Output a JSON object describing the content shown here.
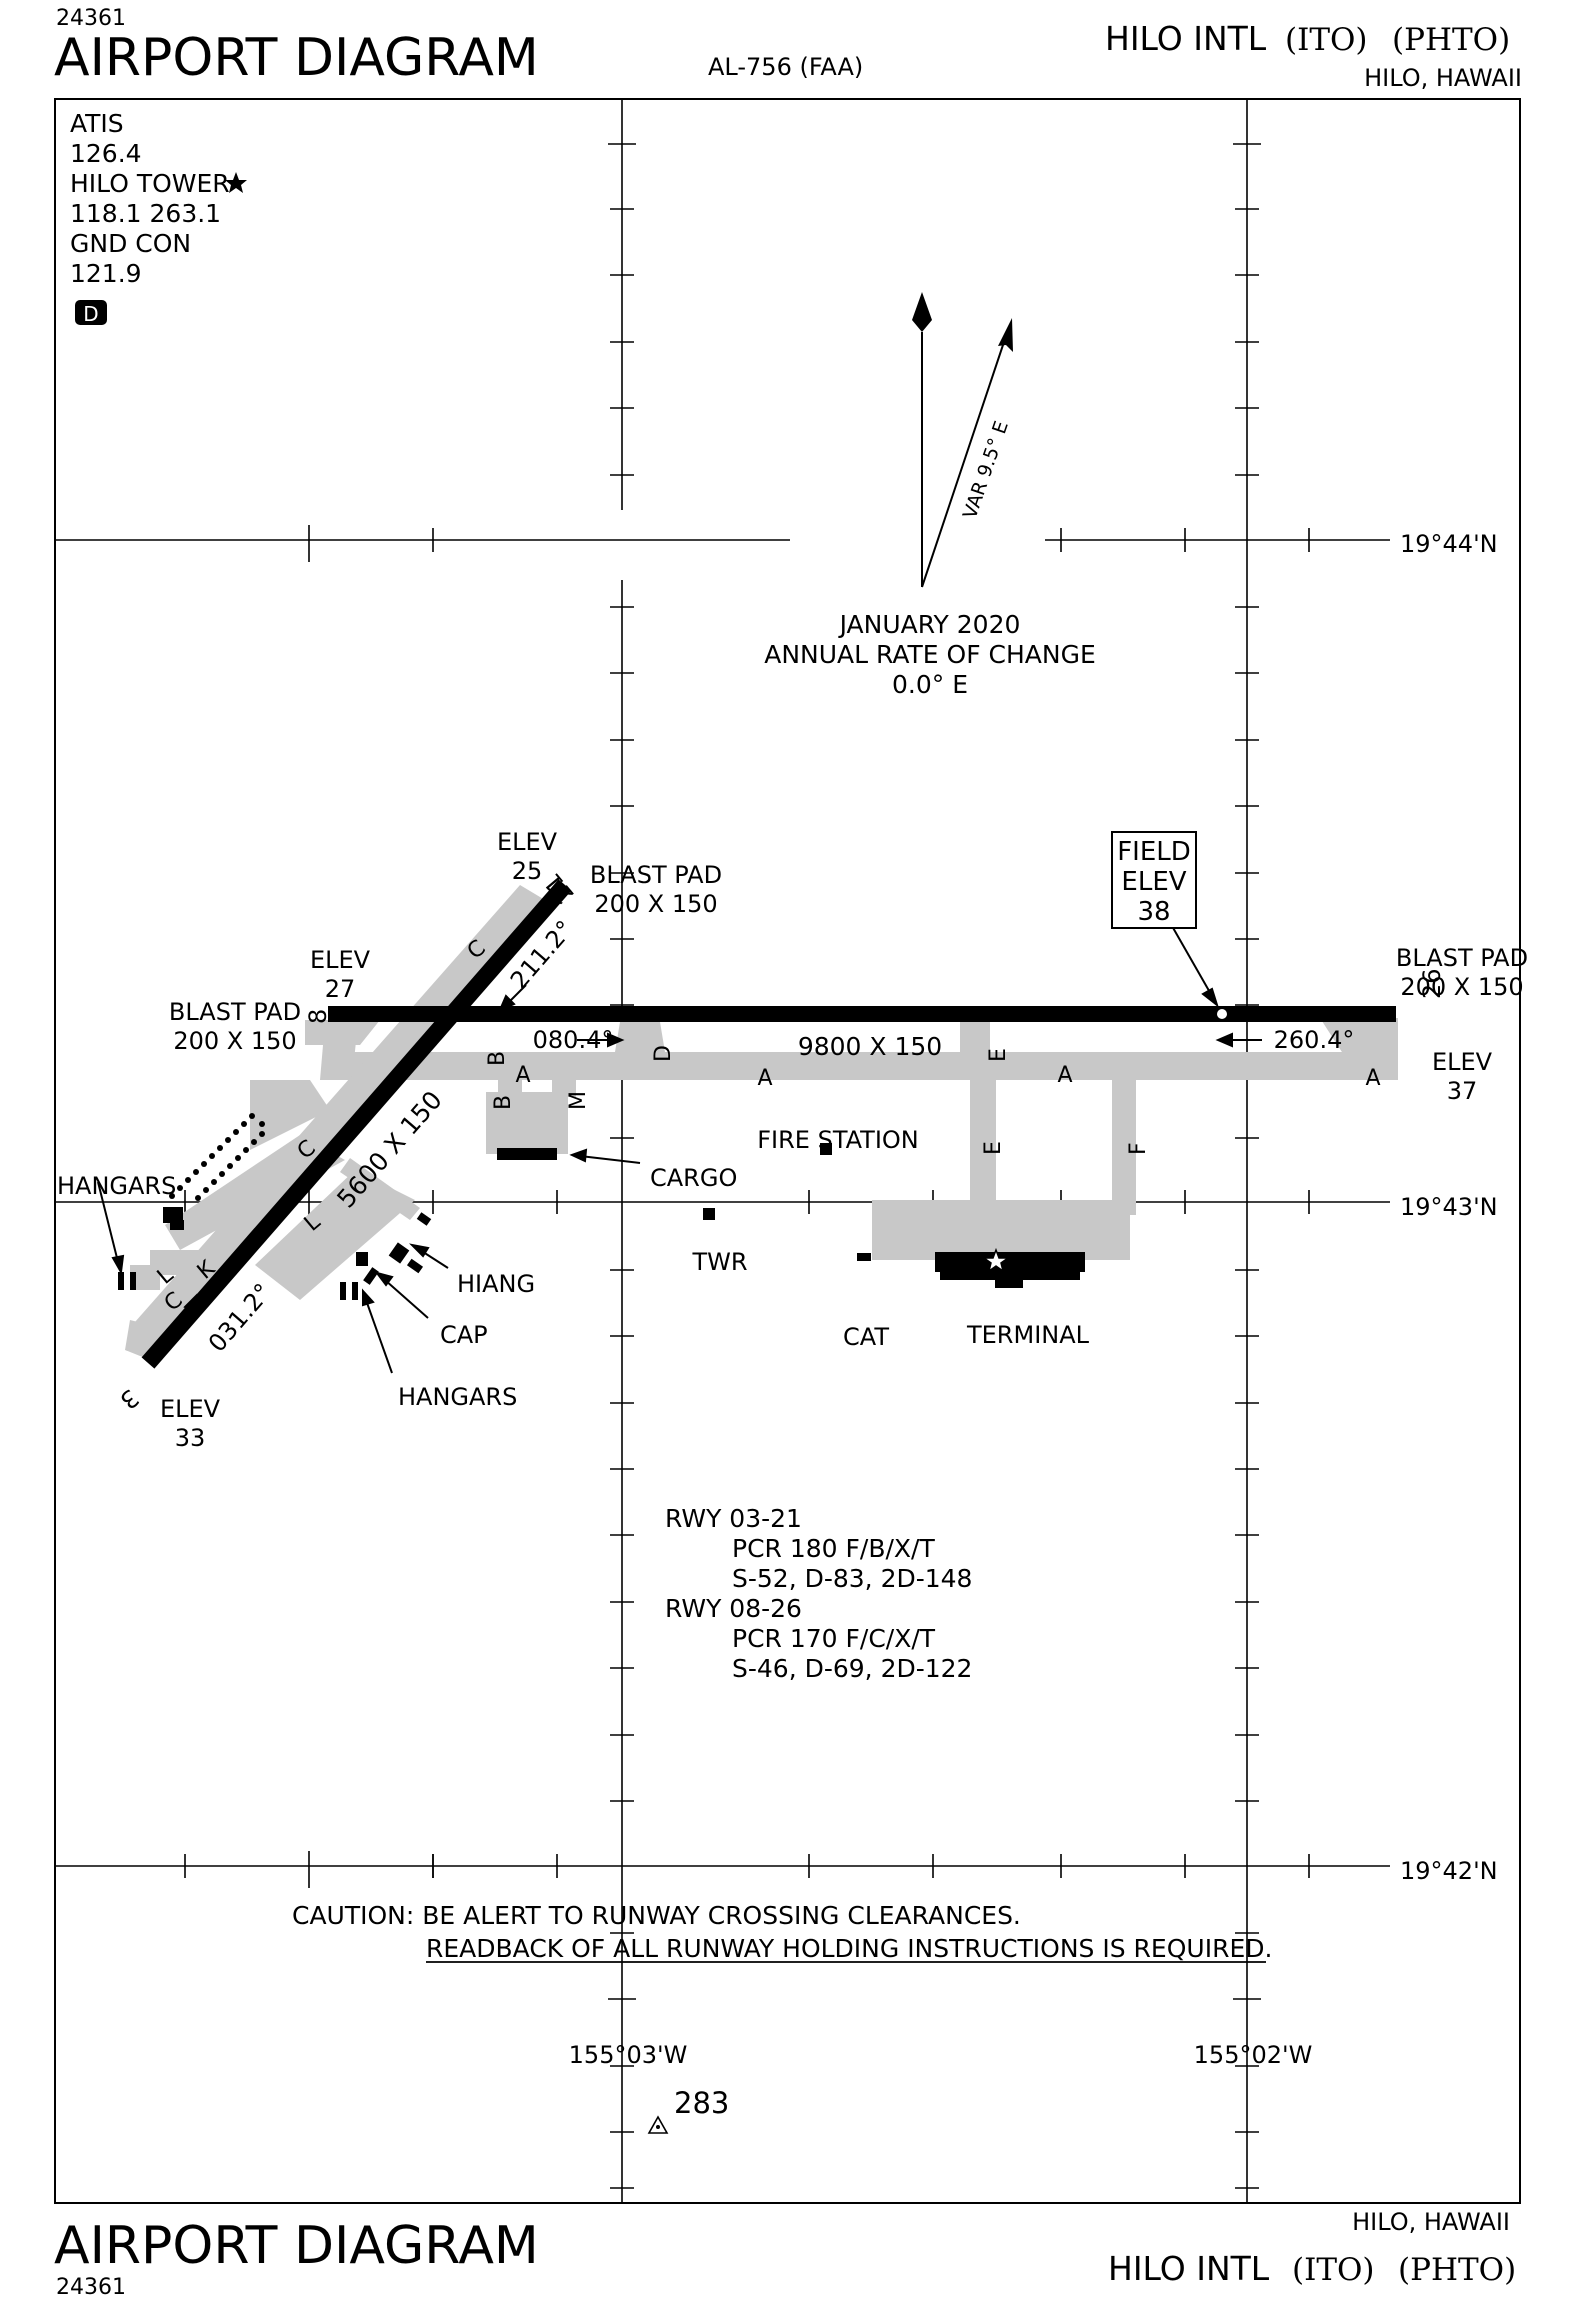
{
  "header": {
    "chart_number": "24361",
    "title": "AIRPORT DIAGRAM",
    "procedure_id": "AL-756 (FAA)",
    "airport_name": "HILO INTL",
    "faa_id": "(ITO)",
    "icao_id": "(PHTO)",
    "city": "HILO, HAWAII"
  },
  "footer": {
    "title": "AIRPORT DIAGRAM",
    "chart_number": "24361",
    "city": "HILO, HAWAII",
    "airport_name": "HILO INTL",
    "faa_id": "(ITO)",
    "icao_id": "(PHTO)"
  },
  "frequencies": {
    "atis_label": "ATIS",
    "atis_freq": "126.4",
    "tower_label": "HILO TOWER",
    "tower_freq": "118.1  263.1",
    "gnd_label": "GND CON",
    "gnd_freq": "121.9",
    "d_badge": "D"
  },
  "magnetic": {
    "var_label": "VAR 9.5° E",
    "rate_line1": "JANUARY 2020",
    "rate_line2": "ANNUAL RATE OF CHANGE",
    "rate_line3": "0.0° E"
  },
  "coordinates": {
    "lat_44": "19°44'N",
    "lat_43": "19°43'N",
    "lat_42": "19°42'N",
    "lon_03": "155°03'W",
    "lon_02": "155°02'W"
  },
  "field_elev": {
    "line1": "FIELD",
    "line2": "ELEV",
    "line3": "38"
  },
  "runways": {
    "rwy_08_num": "8",
    "rwy_26_num": "26",
    "rwy_03_num": "3",
    "rwy_21_num": "21",
    "rwy_0826_dims": "9800 X 150",
    "rwy_0321_dims": "5600 X 150",
    "hdg_080": "080.4°",
    "hdg_260": "260.4°",
    "hdg_031": "031.2°",
    "hdg_211": "211.2°"
  },
  "labels": {
    "elev25_a": "ELEV",
    "elev25_b": "25",
    "elev27_a": "ELEV",
    "elev27_b": "27",
    "elev37_a": "ELEV",
    "elev37_b": "37",
    "elev33_a": "ELEV",
    "elev33_b": "33",
    "blast_pad_21_a": "BLAST PAD",
    "blast_pad_21_b": "200 X 150",
    "blast_pad_08_a": "BLAST PAD",
    "blast_pad_08_b": "200 X 150",
    "blast_pad_26_a": "BLAST PAD",
    "blast_pad_26_b": "200 X 150",
    "hangars_left": "HANGARS",
    "hangars_bottom": "HANGARS",
    "hiang": "HIANG",
    "cap": "CAP",
    "cargo": "CARGO",
    "fire_station": "FIRE STATION",
    "twr": "TWR",
    "cat": "CAT",
    "terminal": "TERMINAL",
    "obstacle_elev": "283"
  },
  "taxiways": {
    "A": "A",
    "B": "B",
    "C": "C",
    "D": "D",
    "E": "E",
    "F": "F",
    "K": "K",
    "L": "L",
    "M": "M"
  },
  "pcr": {
    "rwy1": "RWY 03-21",
    "rwy1_pcr": "PCR 180 F/B/X/T",
    "rwy1_wt": "S-52, D-83, 2D-148",
    "rwy2": "RWY 08-26",
    "rwy2_pcr": "PCR 170 F/C/X/T",
    "rwy2_wt": "S-46, D-69, 2D-122"
  },
  "caution": {
    "line1": "CAUTION: BE ALERT TO RUNWAY CROSSING CLEARANCES.",
    "line2": "READBACK OF ALL RUNWAY HOLDING INSTRUCTIONS IS REQUIRED."
  },
  "colors": {
    "pavement": "#c8c8c8",
    "runway": "#000000"
  }
}
